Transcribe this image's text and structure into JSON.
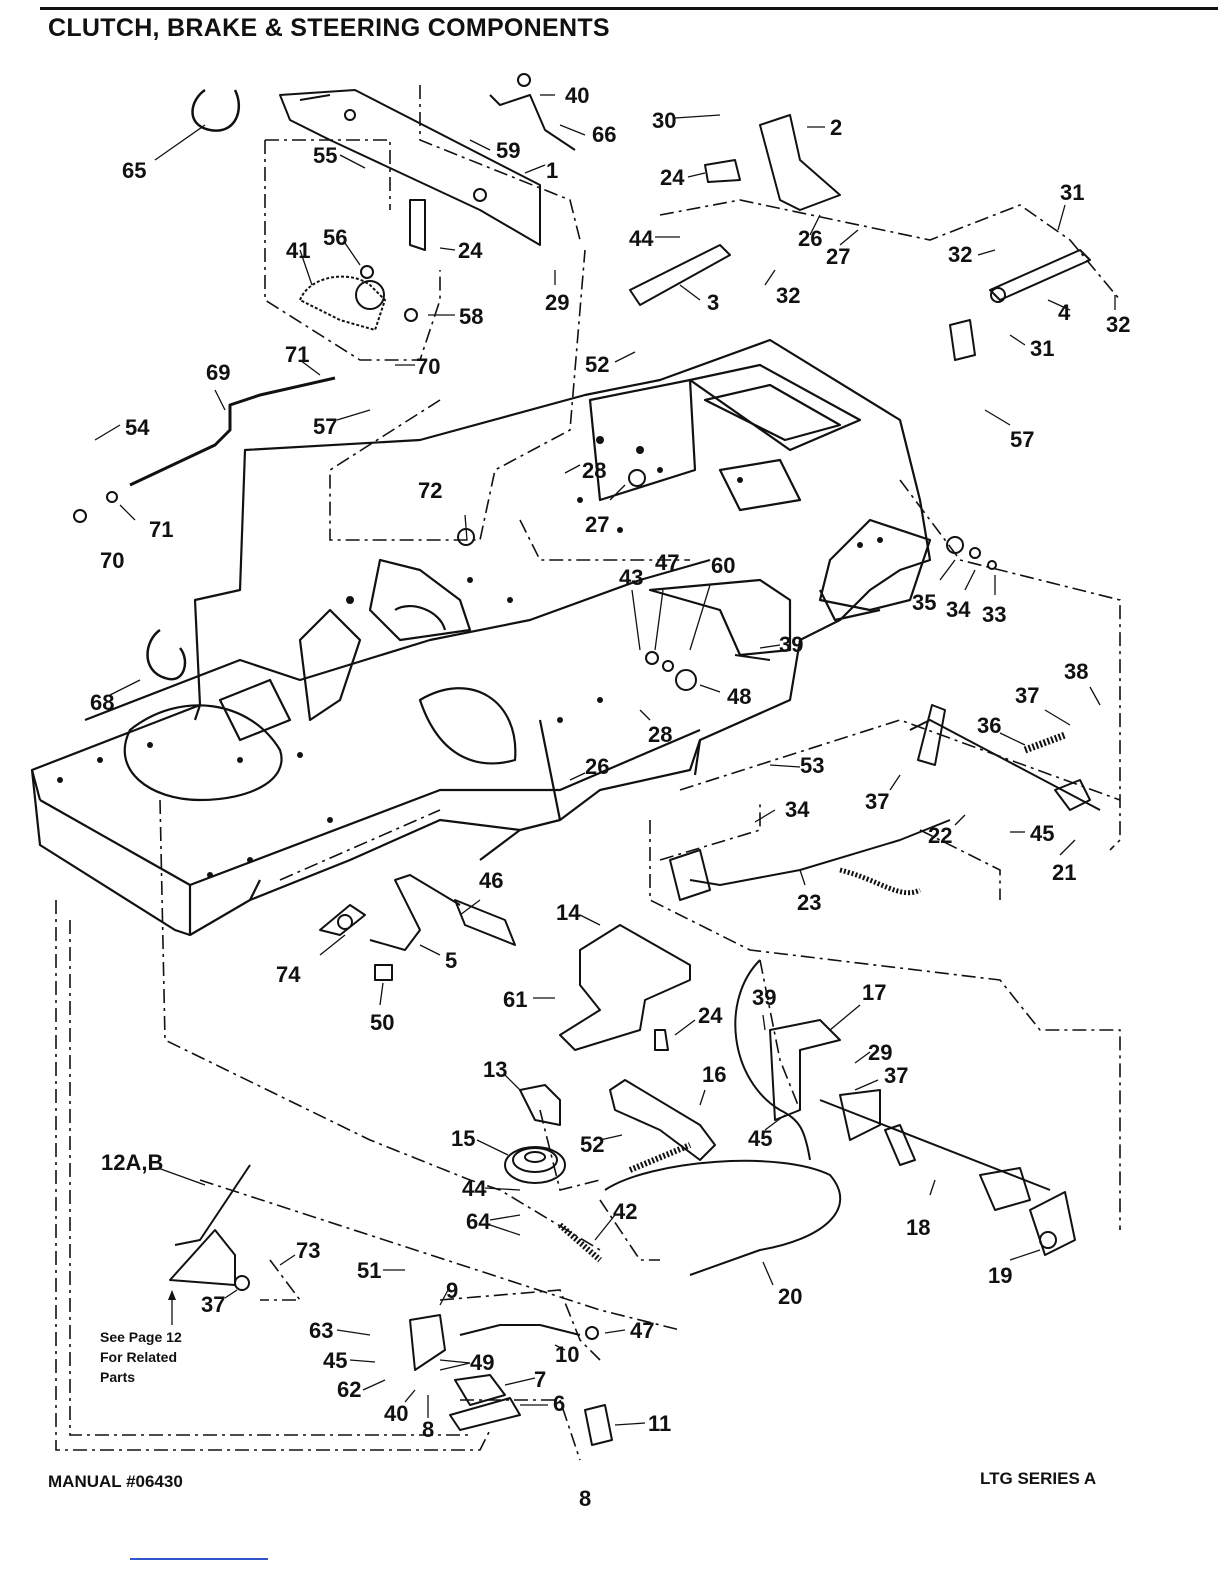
{
  "title": "CLUTCH, BRAKE & STEERING COMPONENTS",
  "footer": {
    "manual": "MANUAL #06430",
    "page_number": "8",
    "series": "LTG SERIES A"
  },
  "note": [
    "See Page 12",
    "For Related",
    "Parts"
  ],
  "callouts": [
    "65",
    "55",
    "59",
    "40",
    "66",
    "1",
    "24",
    "29",
    "41",
    "56",
    "58",
    "71",
    "70",
    "69",
    "57",
    "54",
    "71",
    "70",
    "30",
    "2",
    "24",
    "31",
    "44",
    "26",
    "27",
    "32",
    "3",
    "32",
    "4",
    "32",
    "31",
    "57",
    "52",
    "28",
    "27",
    "72",
    "47",
    "60",
    "43",
    "35",
    "34",
    "33",
    "68",
    "39",
    "48",
    "28",
    "38",
    "37",
    "36",
    "26",
    "53",
    "34",
    "37",
    "22",
    "45",
    "21",
    "23",
    "46",
    "74",
    "5",
    "50",
    "14",
    "61",
    "24",
    "39",
    "17",
    "29",
    "37",
    "13",
    "16",
    "52",
    "15",
    "45",
    "18",
    "19",
    "44",
    "64",
    "42",
    "20",
    "12A,B",
    "73",
    "37",
    "51",
    "9",
    "63",
    "47",
    "10",
    "45",
    "49",
    "62",
    "7",
    "40",
    "6",
    "8",
    "11"
  ]
}
